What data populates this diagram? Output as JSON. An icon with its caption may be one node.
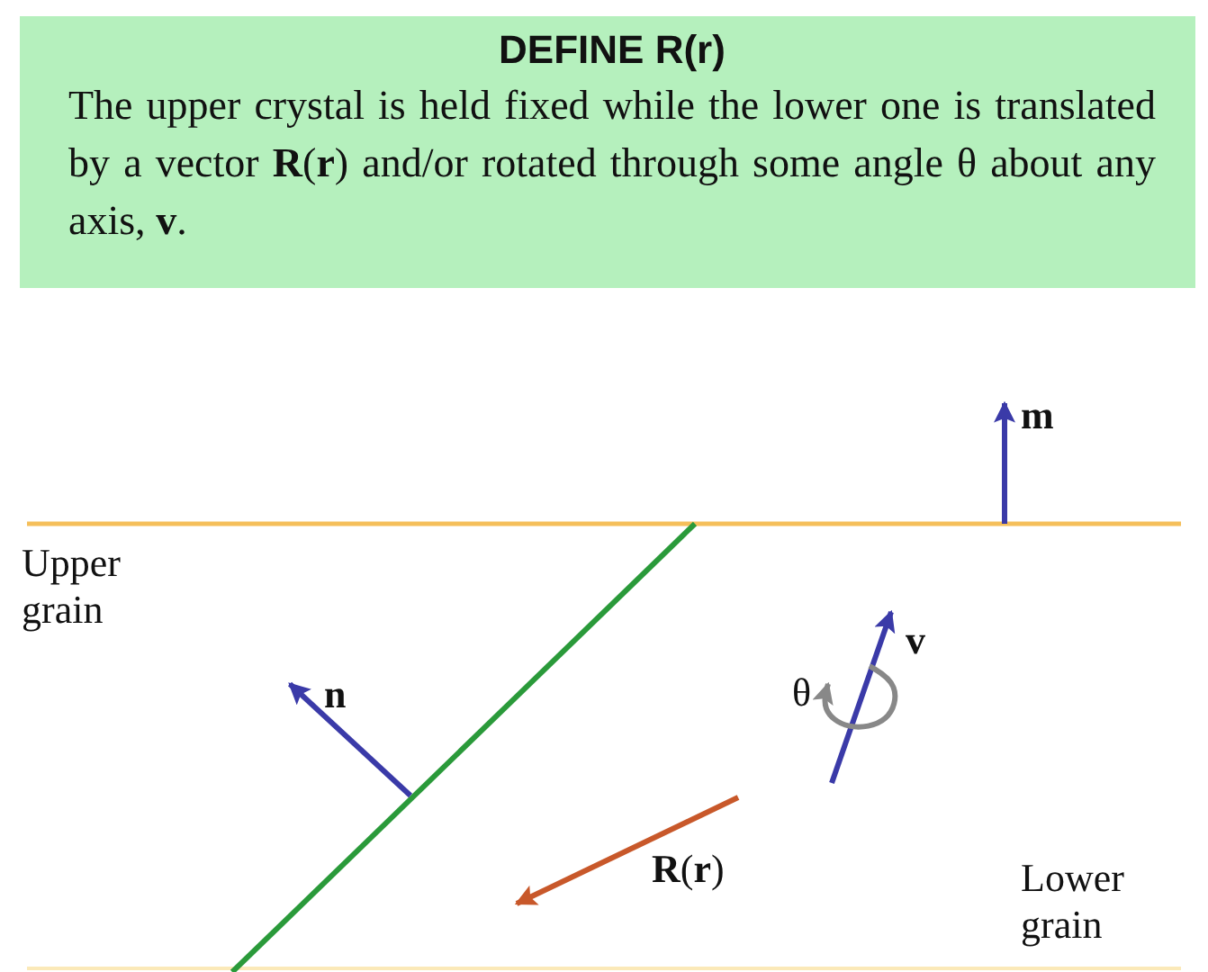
{
  "diagram": {
    "nodes": [
      {
        "text": [
          "DEFINE R(r)",
          "The upper crystal is held fixed while the lower one is translated by a vector **R**(**r**) and/or rotated through some angle θ about any axis, **v**."
        ]
      }
    ],
    "labels": [
      "m",
      "Upper grain",
      "n",
      "θ",
      "v",
      "**R**(**r**)",
      "Lower grain"
    ]
  }
}
